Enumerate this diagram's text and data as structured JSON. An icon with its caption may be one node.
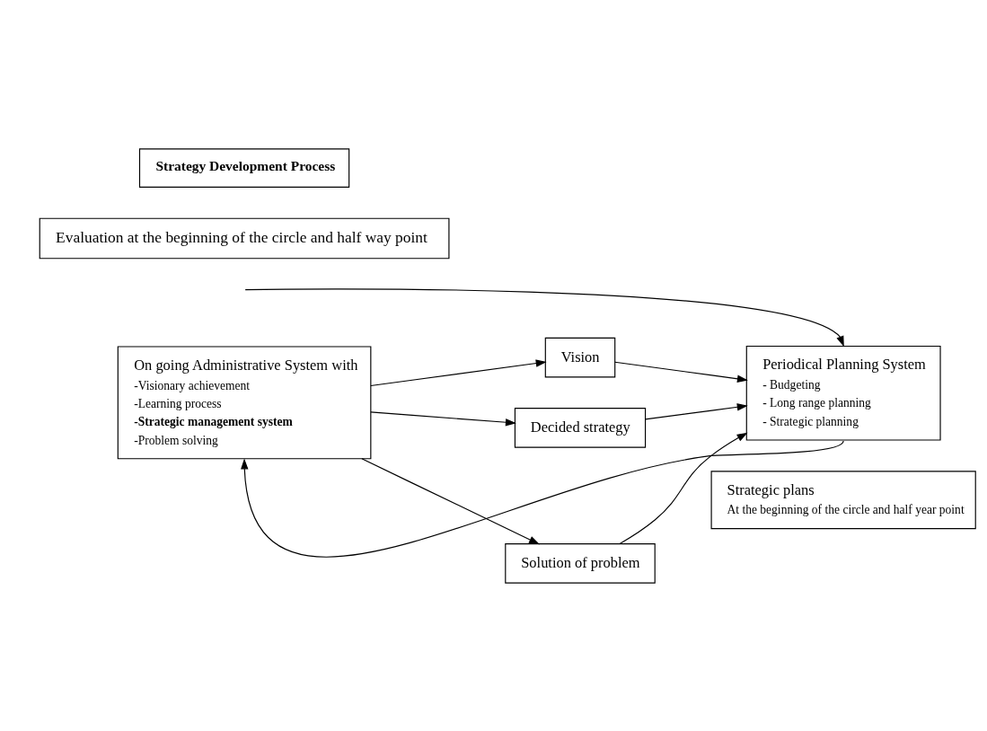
{
  "diagram": {
    "nodes": [
      {
        "text": [
          "Strategy Development Process"
        ]
      },
      {
        "text": [
          "Evaluation at the beginning of the circle and half way point"
        ]
      },
      {
        "text": [
          "On going Administrative System with",
          "-Visionary achievement",
          "-Learning process",
          "**-Strategic management system**",
          "-Problem solving"
        ]
      },
      {
        "text": [
          "Vision"
        ]
      },
      {
        "text": [
          "Decided strategy"
        ]
      },
      {
        "text": [
          "Solution of problem"
        ]
      },
      {
        "text": [
          "Periodical Planning System",
          "- Budgeting",
          "- Long range planning",
          "- Strategic planning"
        ]
      },
      {
        "text": [
          "Strategic plans",
          "At the beginning of the circle and half year point"
        ]
      }
    ],
    "edges": [
      {
        "from": null,
        "to": 6,
        "arrow": "to"
      },
      {
        "from": 2,
        "to": 3,
        "arrow": "to"
      },
      {
        "from": 2,
        "to": 4,
        "arrow": "to"
      },
      {
        "from": 2,
        "to": 5,
        "arrow": "to"
      },
      {
        "from": 3,
        "to": 6,
        "arrow": "to"
      },
      {
        "from": 4,
        "to": 6,
        "arrow": "to"
      },
      {
        "from": 5,
        "to": 6,
        "arrow": "to"
      },
      {
        "from": 6,
        "to": 2,
        "arrow": "to"
      }
    ]
  }
}
